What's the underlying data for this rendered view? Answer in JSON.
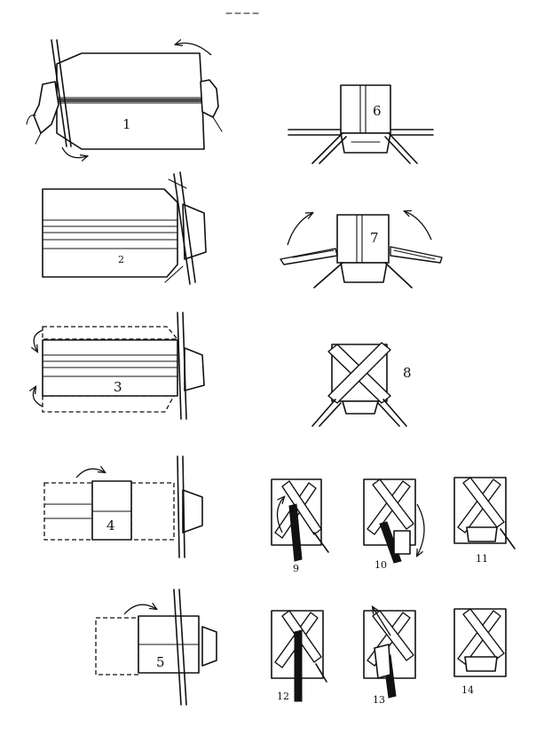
{
  "steps": [
    {
      "id": "1",
      "label": "1"
    },
    {
      "id": "2",
      "label": "2"
    },
    {
      "id": "3",
      "label": "3"
    },
    {
      "id": "4",
      "label": "4"
    },
    {
      "id": "5",
      "label": "5"
    },
    {
      "id": "6",
      "label": "6"
    },
    {
      "id": "7",
      "label": "7"
    },
    {
      "id": "8",
      "label": "8"
    },
    {
      "id": "9",
      "label": "9"
    },
    {
      "id": "10",
      "label": "10"
    },
    {
      "id": "11",
      "label": "11"
    },
    {
      "id": "12",
      "label": "12"
    },
    {
      "id": "13",
      "label": "13"
    },
    {
      "id": "14",
      "label": "14"
    }
  ]
}
